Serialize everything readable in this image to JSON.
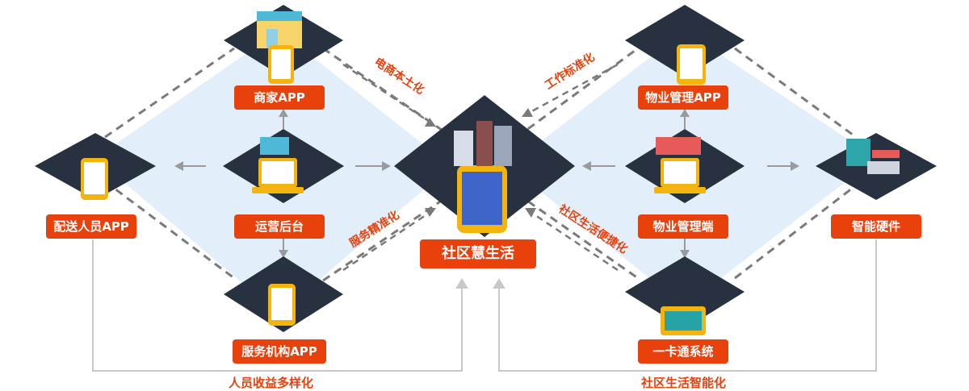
{
  "nodes": {
    "merchant_app": "商家APP",
    "delivery_app": "配送人员APP",
    "ops_backend": "运营后台",
    "service_app": "服务机构APP",
    "center": "社区慧生活",
    "property_app": "物业管理APP",
    "property_admin": "物业管理端",
    "smart_hw": "智能硬件",
    "one_card": "一卡通系统"
  },
  "flows": {
    "ecommerce": "电商本土化",
    "service_precise": "服务精准化",
    "work_standard": "工作标准化",
    "life_convenient": "社区生活便捷化"
  },
  "captions": {
    "left": "人员收益多样化",
    "right": "社区生活智能化"
  },
  "colors": {
    "accent": "#e8410c",
    "dark": "#27313f",
    "region": "#e2eefa",
    "connector": "#c8c8c8",
    "dash": "#7a7a7a"
  }
}
